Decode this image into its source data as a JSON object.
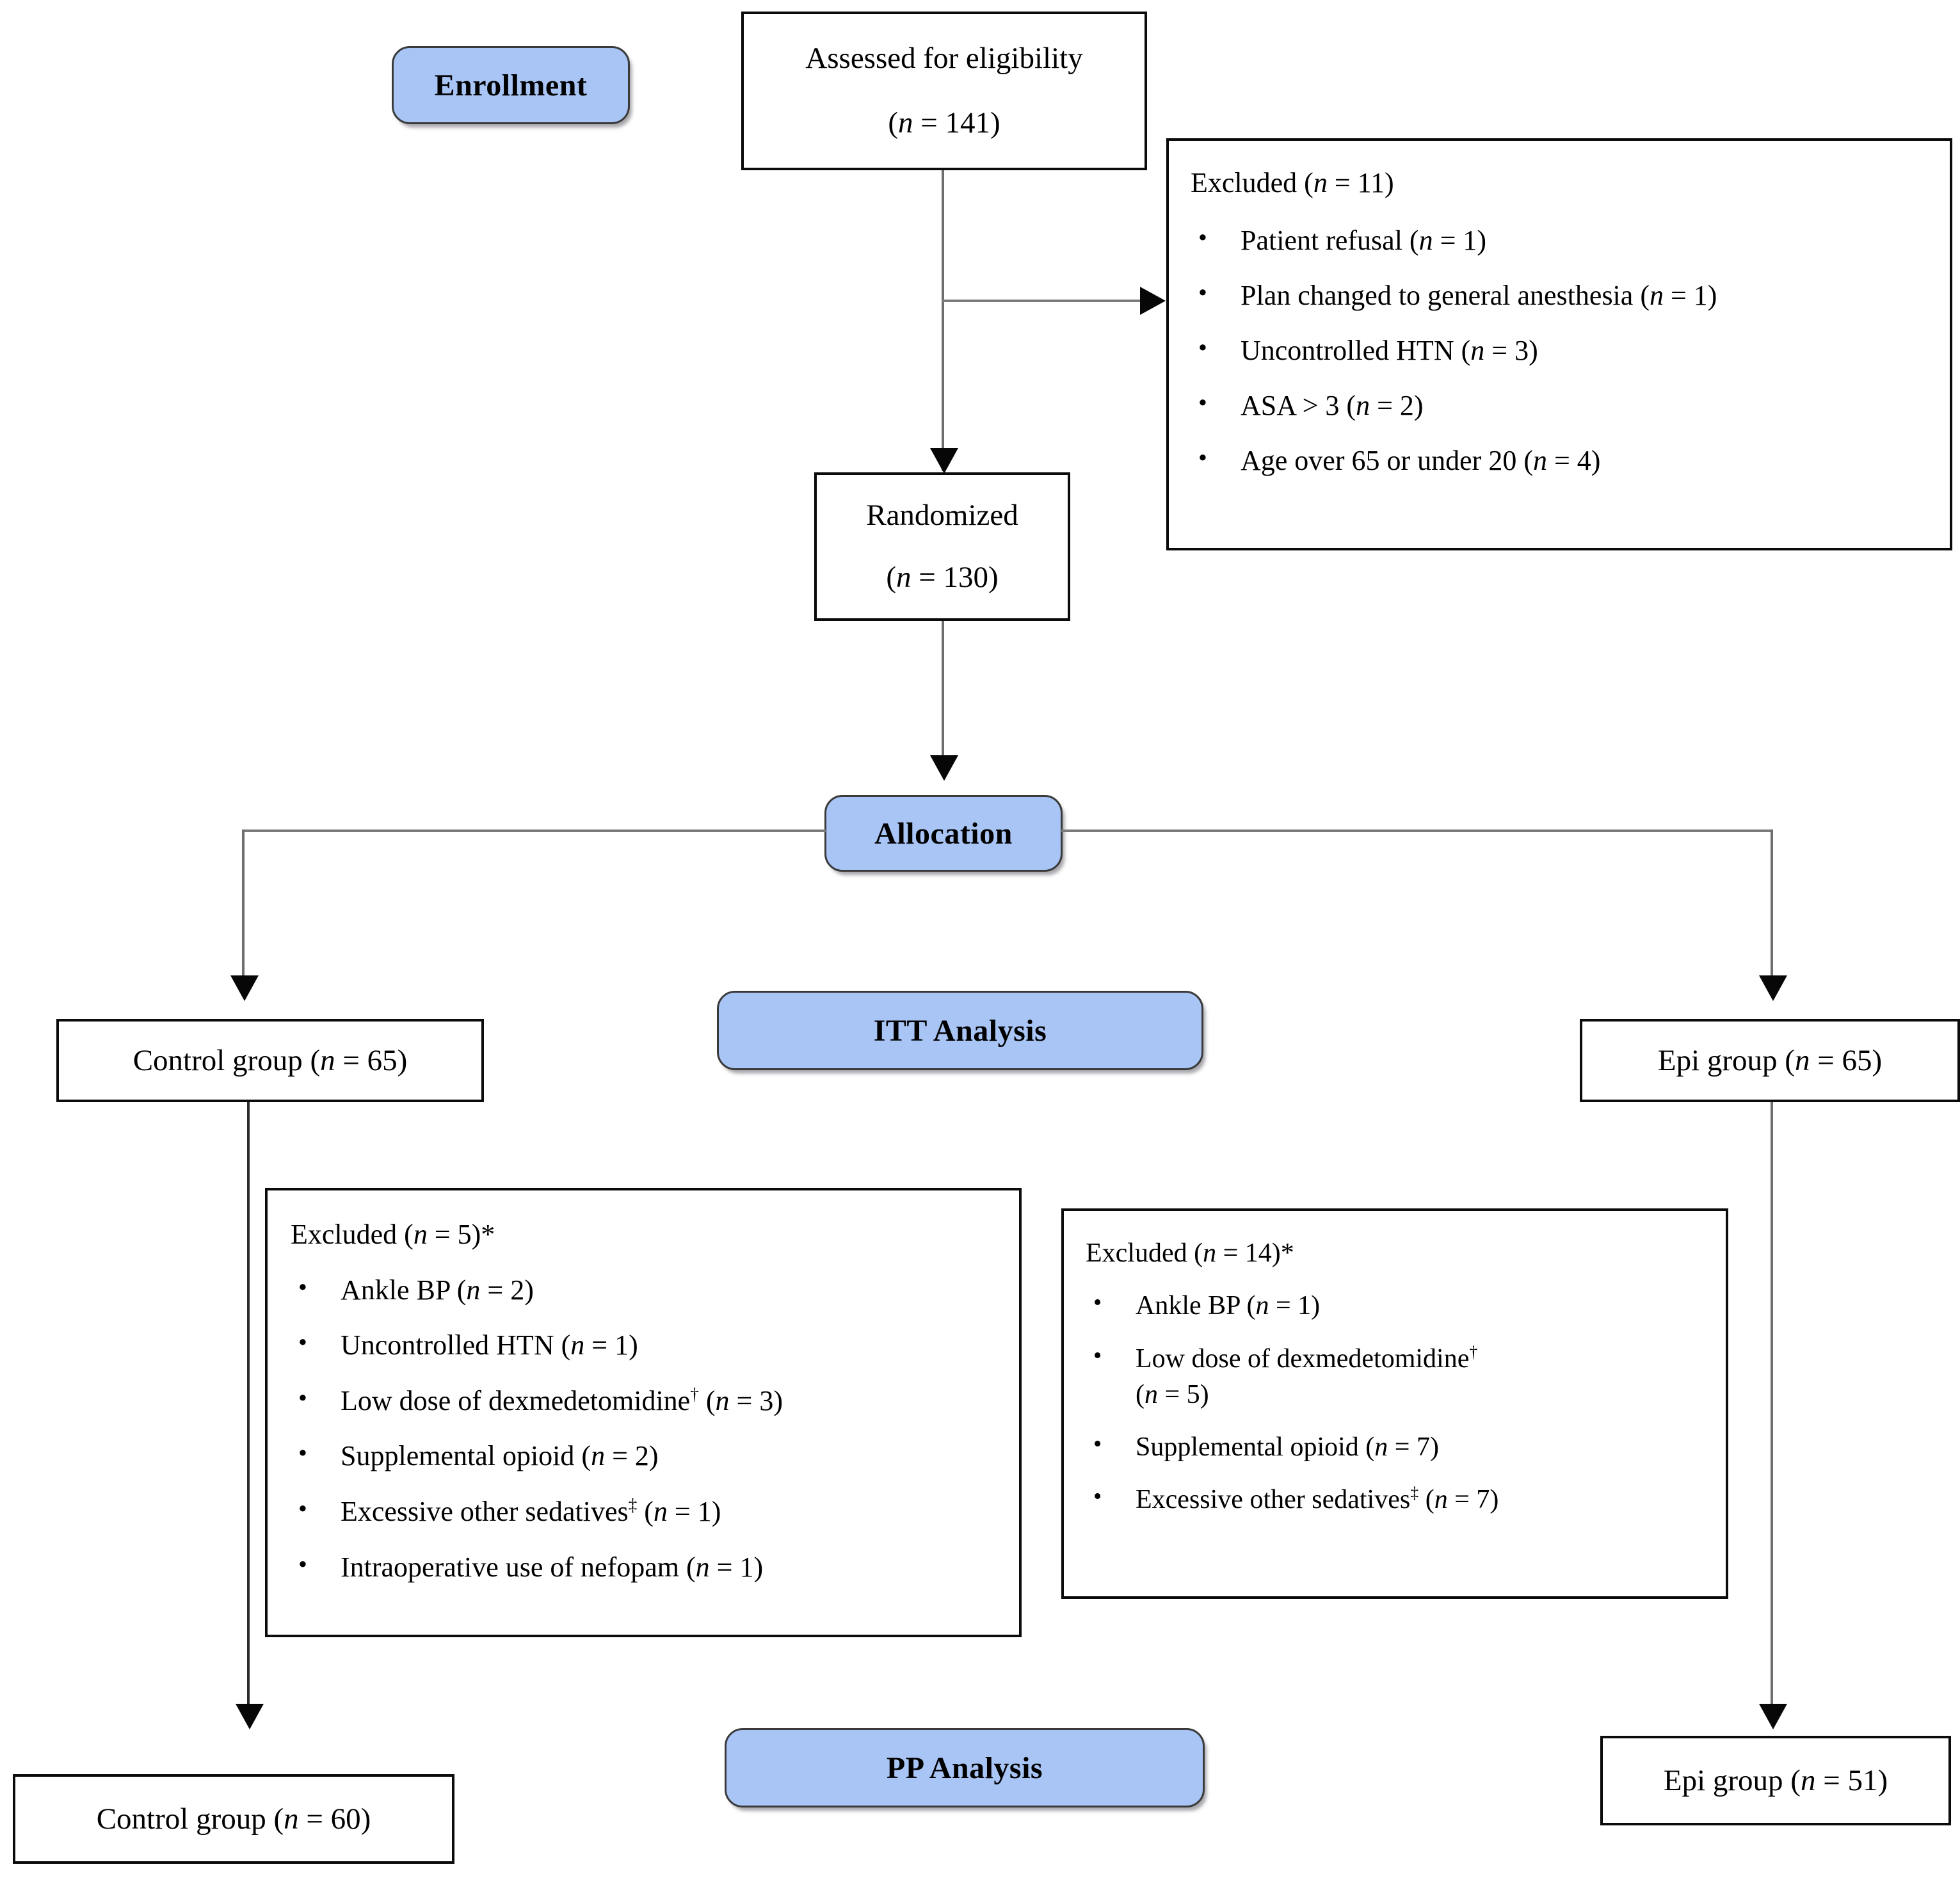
{
  "diagram": {
    "title": "CONSORT participant flow diagram",
    "accent_blue": "#A8C5F5",
    "line_color": "#6e6e6e",
    "box_border_color": "#0b0b0b"
  },
  "stages": {
    "enrollment": "Enrollment",
    "allocation": "Allocation",
    "itt_analysis": "ITT  Analysis",
    "pp_analysis": "PP  Analysis"
  },
  "assessed": {
    "line1": "Assessed  for  eligibility",
    "line2_prefix": "(",
    "line2_n": "n",
    "line2_suffix": "  =  141)"
  },
  "randomized": {
    "line1": "Randomized",
    "line2_prefix": "(",
    "line2_n": "n",
    "line2_suffix": "  =  130)"
  },
  "excluded_top": {
    "title_prefix": "Excluded  (",
    "title_n": "n",
    "title_suffix": "  =  11)",
    "items": [
      "Patient refusal (n = 1)",
      "Plan changed to general anesthesia (n = 1)",
      "Uncontrolled HTN (n = 3)",
      "ASA > 3 (n = 2)",
      "Age over 65 or under 20 (n = 4)"
    ],
    "items_parts": [
      {
        "pre": "Patient refusal (",
        "n": "n",
        "post": " = 1)"
      },
      {
        "pre": "Plan changed to general anesthesia (",
        "n": "n",
        "post": " = 1)"
      },
      {
        "pre": "Uncontrolled HTN (",
        "n": "n",
        "post": " = 3)"
      },
      {
        "pre": "ASA > 3 (",
        "n": "n",
        "post": " = 2)"
      },
      {
        "pre": "Age over 65 or under 20 (",
        "n": "n",
        "post": " = 4)"
      }
    ]
  },
  "allocation_groups": {
    "control": {
      "label_pre": "Control  group  (",
      "label_n": "n",
      "label_post": "  =  65)"
    },
    "epi": {
      "label_pre": "Epi  group  (",
      "label_n": "n",
      "label_post": "  =  65)"
    }
  },
  "excluded_control": {
    "title_pre": "Excluded  (",
    "title_n": "n",
    "title_post": "  =  5)*",
    "items": [
      {
        "pre": "Ankle BP (",
        "n": "n",
        "post": " = 2)",
        "dagger": "",
        "post2": ""
      },
      {
        "pre": "Uncontrolled HTN (",
        "n": "n",
        "post": " = 1)",
        "dagger": "",
        "post2": ""
      },
      {
        "pre": "Low dose of dexmedetomidine",
        "dagger": "†",
        "mid": " (",
        "n": "n",
        "post": " = 3)"
      },
      {
        "pre": "Supplemental  opioid  (",
        "n": "n",
        "post": "  =  2)",
        "dagger": ""
      },
      {
        "pre": "Excessive  other  sedatives",
        "dagger": "‡",
        "mid": "  (",
        "n": "n",
        "post": "  =  1)"
      },
      {
        "pre": "Intraoperative  use  of  nefopam  (",
        "n": "n",
        "post": "  =  1)",
        "dagger": ""
      }
    ]
  },
  "excluded_epi": {
    "title_pre": "Excluded  (",
    "title_n": "n",
    "title_post": "  =  14)*",
    "items": [
      {
        "pre": "Ankle BP (",
        "n": "n",
        "post": " = 1)",
        "dagger": ""
      },
      {
        "pre": "Low dose of dexmedetomidine",
        "dagger": "†",
        "mid": "",
        "n": "",
        "post": ""
      },
      {
        "pre": "(",
        "n": "n",
        "post": " = 5)",
        "dagger": ""
      },
      {
        "pre": "Supplemental opioid (",
        "n": "n",
        "post": " = 7)",
        "dagger": ""
      },
      {
        "pre": "Excessive other sedatives",
        "dagger": "‡",
        "mid": " (",
        "n": "n",
        "post": " = 7)"
      }
    ]
  },
  "final_groups": {
    "control": {
      "label_pre": "Control  group  (",
      "label_n": "n",
      "label_post": "  =  60)"
    },
    "epi": {
      "label_pre": "Epi  group  (",
      "label_n": "n",
      "label_post": "  =  51)"
    }
  },
  "chart_data": {
    "type": "flow-diagram",
    "title": "CONSORT flow diagram",
    "nodes": [
      {
        "id": "assessed",
        "label": "Assessed for eligibility",
        "n": 141,
        "stage": "Enrollment"
      },
      {
        "id": "excluded_top",
        "label": "Excluded",
        "n": 11,
        "stage": "Enrollment"
      },
      {
        "id": "randomized",
        "label": "Randomized",
        "n": 130,
        "stage": "Enrollment"
      },
      {
        "id": "control_itt",
        "label": "Control group",
        "n": 65,
        "stage": "ITT Analysis"
      },
      {
        "id": "epi_itt",
        "label": "Epi group",
        "n": 65,
        "stage": "ITT Analysis"
      },
      {
        "id": "excluded_control",
        "label": "Excluded",
        "n": 5,
        "stage": "PP Analysis"
      },
      {
        "id": "excluded_epi",
        "label": "Excluded",
        "n": 14,
        "stage": "PP Analysis"
      },
      {
        "id": "control_pp",
        "label": "Control group",
        "n": 60,
        "stage": "PP Analysis"
      },
      {
        "id": "epi_pp",
        "label": "Epi group",
        "n": 51,
        "stage": "PP Analysis"
      }
    ],
    "edges": [
      {
        "from": "assessed",
        "to": "excluded_top"
      },
      {
        "from": "assessed",
        "to": "randomized"
      },
      {
        "from": "randomized",
        "to": "control_itt"
      },
      {
        "from": "randomized",
        "to": "epi_itt"
      },
      {
        "from": "control_itt",
        "to": "control_pp"
      },
      {
        "from": "epi_itt",
        "to": "epi_pp"
      }
    ],
    "exclusion_reasons_enrollment": [
      {
        "reason": "Patient refusal",
        "n": 1
      },
      {
        "reason": "Plan changed to general anesthesia",
        "n": 1
      },
      {
        "reason": "Uncontrolled HTN",
        "n": 3
      },
      {
        "reason": "ASA > 3",
        "n": 2
      },
      {
        "reason": "Age over 65 or under 20",
        "n": 4
      }
    ],
    "exclusion_reasons_control": [
      {
        "reason": "Ankle BP",
        "n": 2
      },
      {
        "reason": "Uncontrolled HTN",
        "n": 1
      },
      {
        "reason": "Low dose of dexmedetomidine†",
        "n": 3
      },
      {
        "reason": "Supplemental opioid",
        "n": 2
      },
      {
        "reason": "Excessive other sedatives‡",
        "n": 1
      },
      {
        "reason": "Intraoperative use of nefopam",
        "n": 1
      }
    ],
    "exclusion_reasons_epi": [
      {
        "reason": "Ankle BP",
        "n": 1
      },
      {
        "reason": "Low dose of dexmedetomidine†",
        "n": 5
      },
      {
        "reason": "Supplemental opioid",
        "n": 7
      },
      {
        "reason": "Excessive other sedatives‡",
        "n": 7
      }
    ]
  }
}
